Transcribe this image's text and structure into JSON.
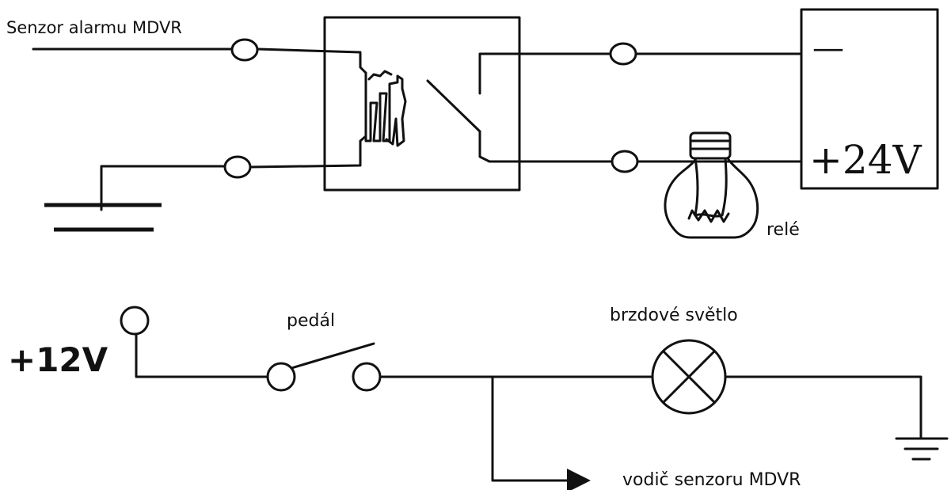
{
  "relay_circuit": {
    "sensor_label": "Senzor alarmu MDVR",
    "minus_label": "—",
    "voltage_label": "+24V",
    "bulb_label": "relé"
  },
  "brake_circuit": {
    "supply_label": "+12V",
    "pedal_label": "pedál",
    "lamp_label": "brzdové světlo",
    "sensor_wire_label": "vodič senzoru MDVR"
  }
}
